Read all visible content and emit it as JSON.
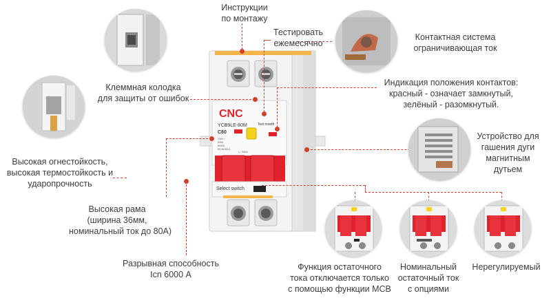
{
  "labels": {
    "mounting": [
      "Инструкции",
      "по монтажу"
    ],
    "test": [
      "Тестировать",
      "ежемесячно"
    ],
    "contact": [
      "Контактная система",
      "ограничивающая ток"
    ],
    "indication": [
      "Индикация положения контактов:",
      "красный - означает замкнутый,",
      "зелёный - разомкнутый."
    ],
    "arc": [
      "Устройство для",
      "гашения дуги",
      "магнитным",
      "дутьем"
    ],
    "terminal": [
      "Клеммная колодка",
      "для защиты от ошибок"
    ],
    "fire": [
      "Высокая огнестойкость,",
      "высокая термостойкость  и",
      "ударопрочность"
    ],
    "frame": [
      "Высокая рама",
      "(ширина 36мм,",
      "номинальный ток до 80А)"
    ],
    "breaking": [
      "Разрывная способность",
      "Icn 6000 А"
    ],
    "residual_mcb": [
      "Функция остаточного",
      "тока отключается только",
      "с помощью функции MCB"
    ],
    "rated_residual": [
      "Номинальный",
      "остаточный ток",
      "с опциями"
    ],
    "unadjustable": [
      "Нерегулируемый"
    ]
  },
  "device": {
    "brand": "CNC",
    "model": "YCB9LE-80M",
    "rating": "C80",
    "test_label": "Test month",
    "switch_label": "Select switch",
    "specs": [
      "230V~",
      "50Hz",
      "6000A",
      "IEC61009-1"
    ],
    "small_text": "I△ 30mA"
  },
  "colors": {
    "accent_line": "#d1402a",
    "breaker_red": "#e0222d",
    "breaker_body": "#f2f2f2",
    "test_button": "#f6d21e"
  },
  "icons": [
    "terminal-block-photo",
    "contact-system-photo",
    "arc-chute-photo",
    "breaker-test-photo",
    "breaker-residual-photo",
    "breaker-rated-photo",
    "breaker-fixed-photo"
  ]
}
